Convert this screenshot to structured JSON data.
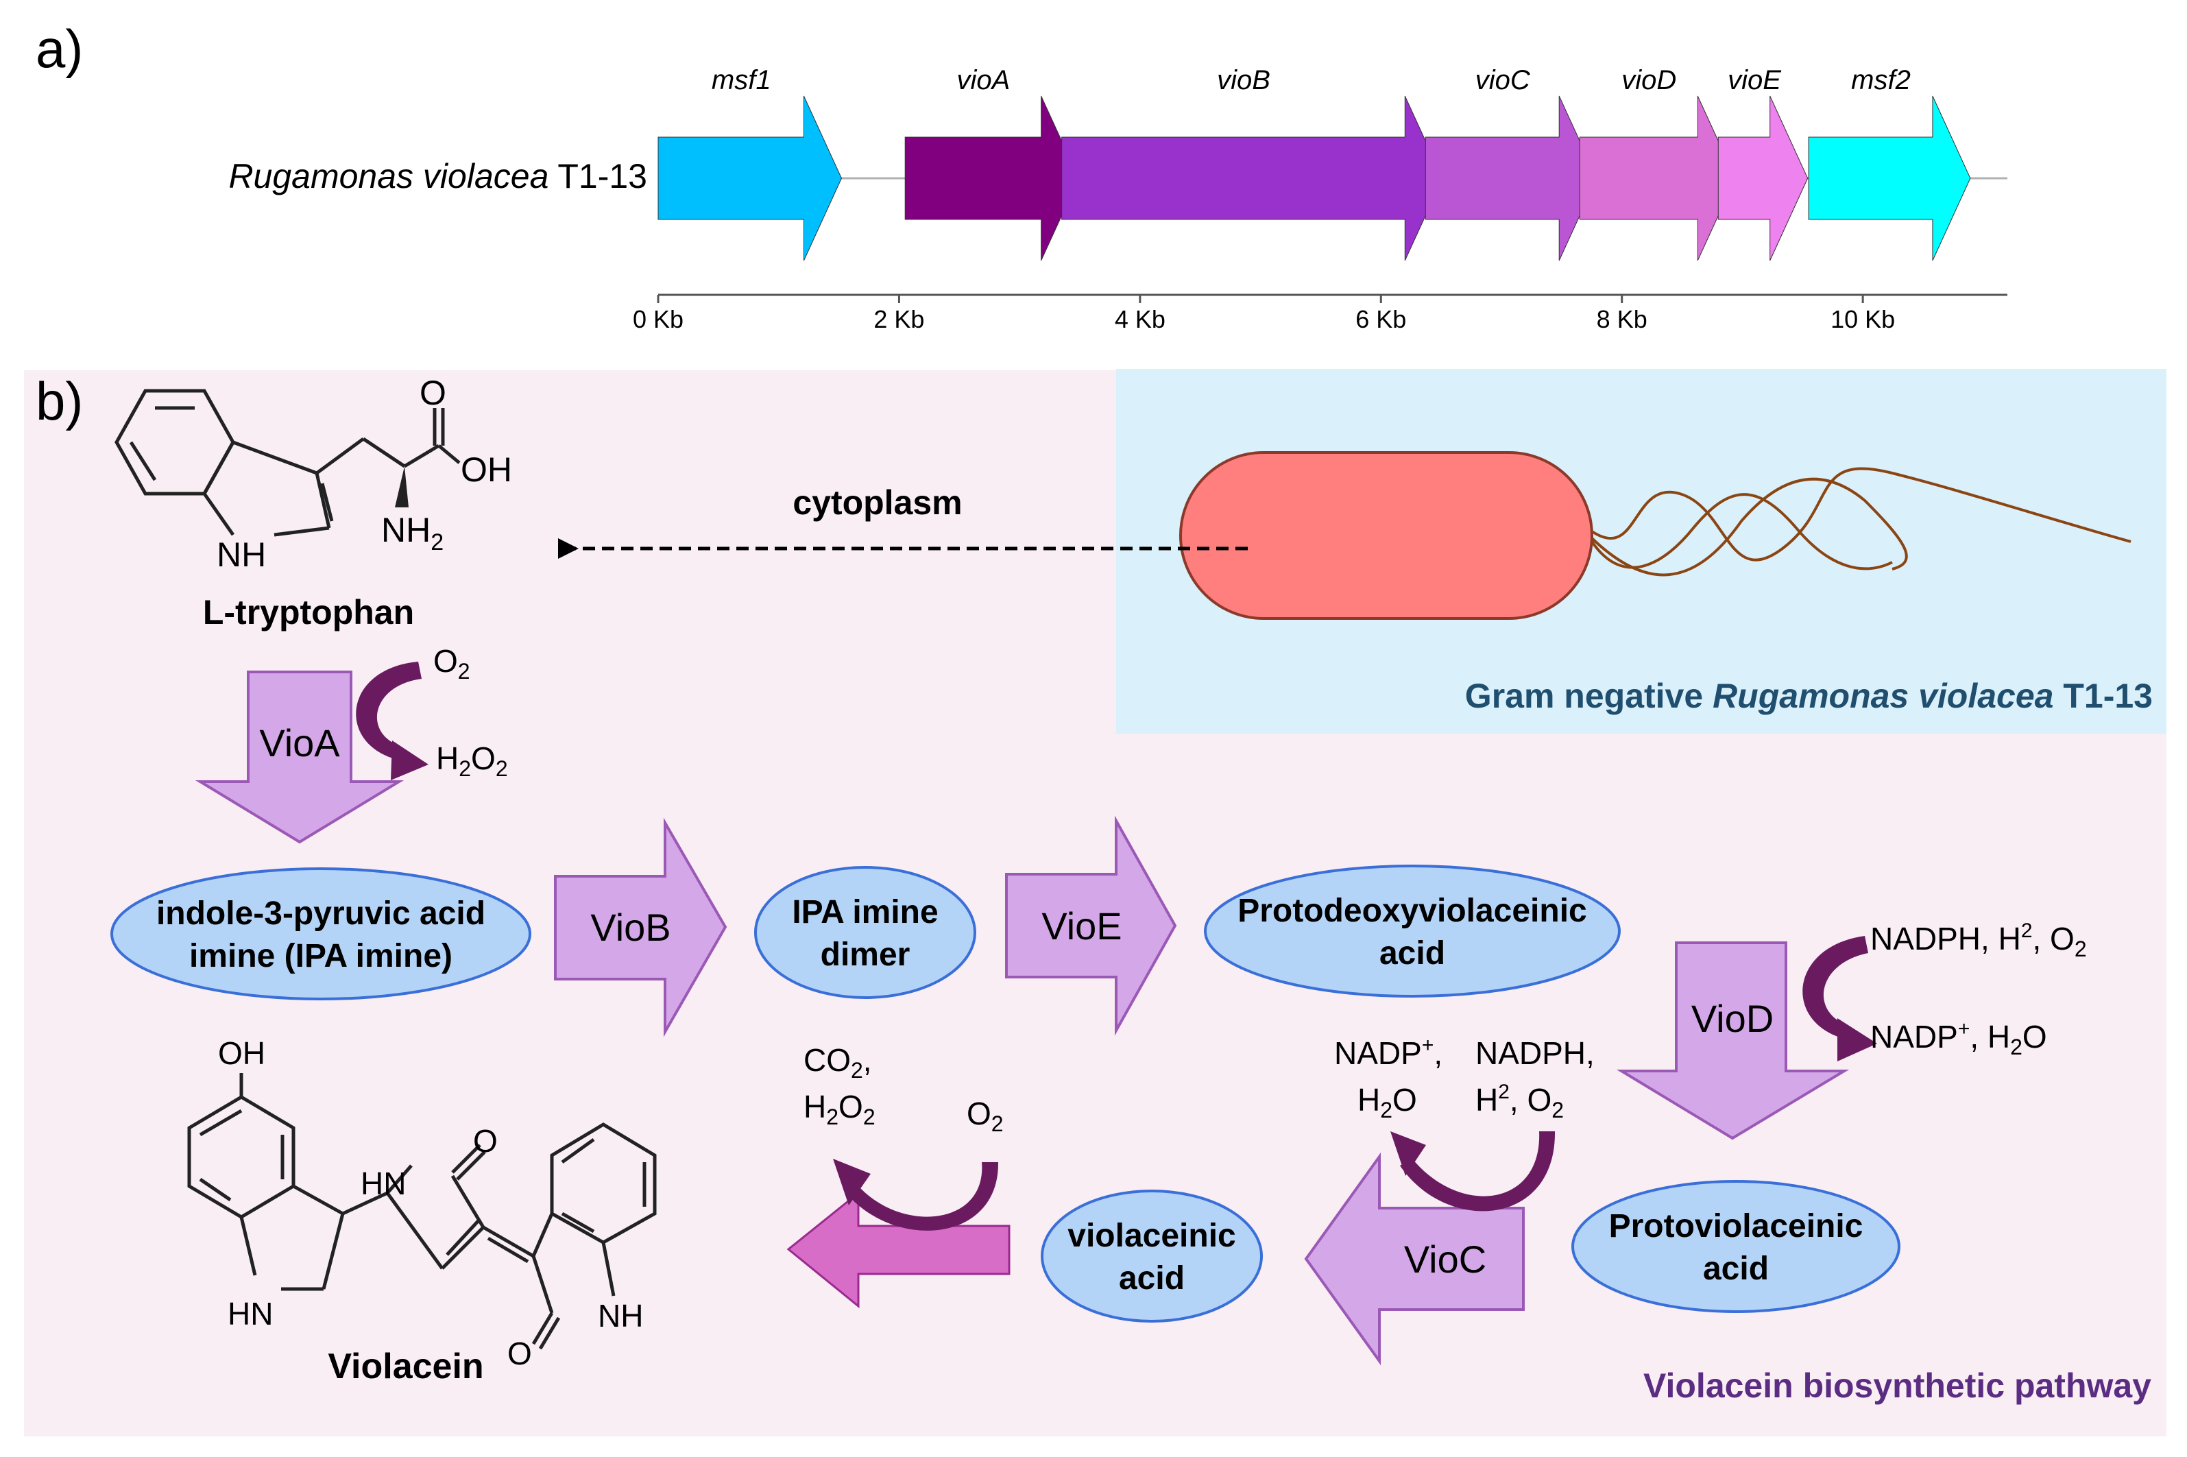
{
  "panel_a": {
    "label": "a)",
    "organism": {
      "italic": "Rugamonas violacea",
      "strain": " T1-13"
    },
    "genes": [
      {
        "name": "msf1",
        "start_kb": 0.0,
        "end_kb": 1.38,
        "color": "#00bfff"
      },
      {
        "name": "vioA",
        "start_kb": 2.05,
        "end_kb": 3.35,
        "color": "#800080"
      },
      {
        "name": "vioB",
        "start_kb": 3.35,
        "end_kb": 6.37,
        "color": "#9932cc"
      },
      {
        "name": "vioC",
        "start_kb": 6.37,
        "end_kb": 7.65,
        "color": "#ba55d3"
      },
      {
        "name": "vioD",
        "start_kb": 7.65,
        "end_kb": 8.8,
        "color": "#da70d6"
      },
      {
        "name": "vioE",
        "start_kb": 8.8,
        "end_kb": 9.4,
        "color": "#ee82ee"
      },
      {
        "name": "msf2",
        "start_kb": 9.55,
        "end_kb": 10.75,
        "color": "#00ffff"
      }
    ],
    "axis": {
      "ticks": [
        "0 Kb",
        "2 Kb",
        "4 Kb",
        "6 Kb",
        "8 Kb",
        "10 Kb"
      ]
    }
  },
  "panel_b": {
    "label": "b)",
    "cell_caption": {
      "prefix": "Gram negative ",
      "italic": "Rugamonas violacea",
      "suffix": " T1-13"
    },
    "cytoplasm": "cytoplasm",
    "pathway_caption": "Violacein biosynthetic pathway",
    "tryptophan": {
      "label": "L-tryptophan",
      "O": "O",
      "OH": "OH",
      "NH2": "NH",
      "NH2_sub": "2",
      "NH": "NH"
    },
    "violacein": {
      "label": "Violacein",
      "OH": "OH",
      "HN1": "HN",
      "HN2": "HN",
      "NH": "NH",
      "O1": "O",
      "O2": "O"
    },
    "enzymes": {
      "vioA": "VioA",
      "vioB": "VioB",
      "vioE": "VioE",
      "vioD": "VioD",
      "vioC": "VioC"
    },
    "intermediates": {
      "ipa_imine": [
        "indole-3-pyruvic acid",
        "imine (IPA imine)"
      ],
      "ipa_dimer": [
        "IPA imine",
        "dimer"
      ],
      "protodeoxy": [
        "Protodeoxyviolaceinic",
        "acid"
      ],
      "protoviol": [
        "Protoviolaceinic",
        "acid"
      ],
      "violaceinic": [
        "violaceinic",
        "acid"
      ]
    },
    "cofactors": {
      "vioA_in": {
        "a": "O",
        "a_sub": "2"
      },
      "vioA_out": {
        "a": "H",
        "a_sub": "2",
        "b": "O",
        "b_sub": "2"
      },
      "vioD_in": {
        "a": "NADPH, H",
        "a_sup": "2",
        "b": ", O",
        "b_sub": "2"
      },
      "vioD_out": {
        "a": "NADP",
        "a_sup": "+",
        "b": ", H",
        "b_sub": "2",
        "c": "O"
      },
      "vioC_out_1": {
        "a": "NADP",
        "a_sup": "+",
        "b": ","
      },
      "vioC_out_2": {
        "a": "H",
        "a_sub": "2",
        "b": "O"
      },
      "vioC_in_1": {
        "a": "NADPH,"
      },
      "vioC_in_2": {
        "a": "H",
        "a_sup": "2",
        "b": ", O",
        "b_sub": "2"
      },
      "final_out_1": {
        "a": "CO",
        "a_sub": "2",
        "b": ","
      },
      "final_out_2": {
        "a": "H",
        "a_sub": "2",
        "b": "O",
        "b_sub": "2"
      },
      "final_in": {
        "a": "O",
        "a_sub": "2"
      }
    }
  },
  "colors": {
    "panel_b_bg": "#f8eef4",
    "cell_box_bg": "#daf0fa",
    "cell_body": "#ff7f7f",
    "flagella": "#8b4513",
    "enzyme_arrow_fill": "#d4a8e8",
    "enzyme_arrow_stroke": "#9b59b6",
    "node_fill": "#b4d4f7",
    "node_stroke": "#3a6fd8",
    "curved_arrow": "#6a1b5f",
    "final_arrow": "#d86dc8",
    "cell_caption_color": "#1f4e6e",
    "pathway_caption_color": "#5b2d82"
  }
}
